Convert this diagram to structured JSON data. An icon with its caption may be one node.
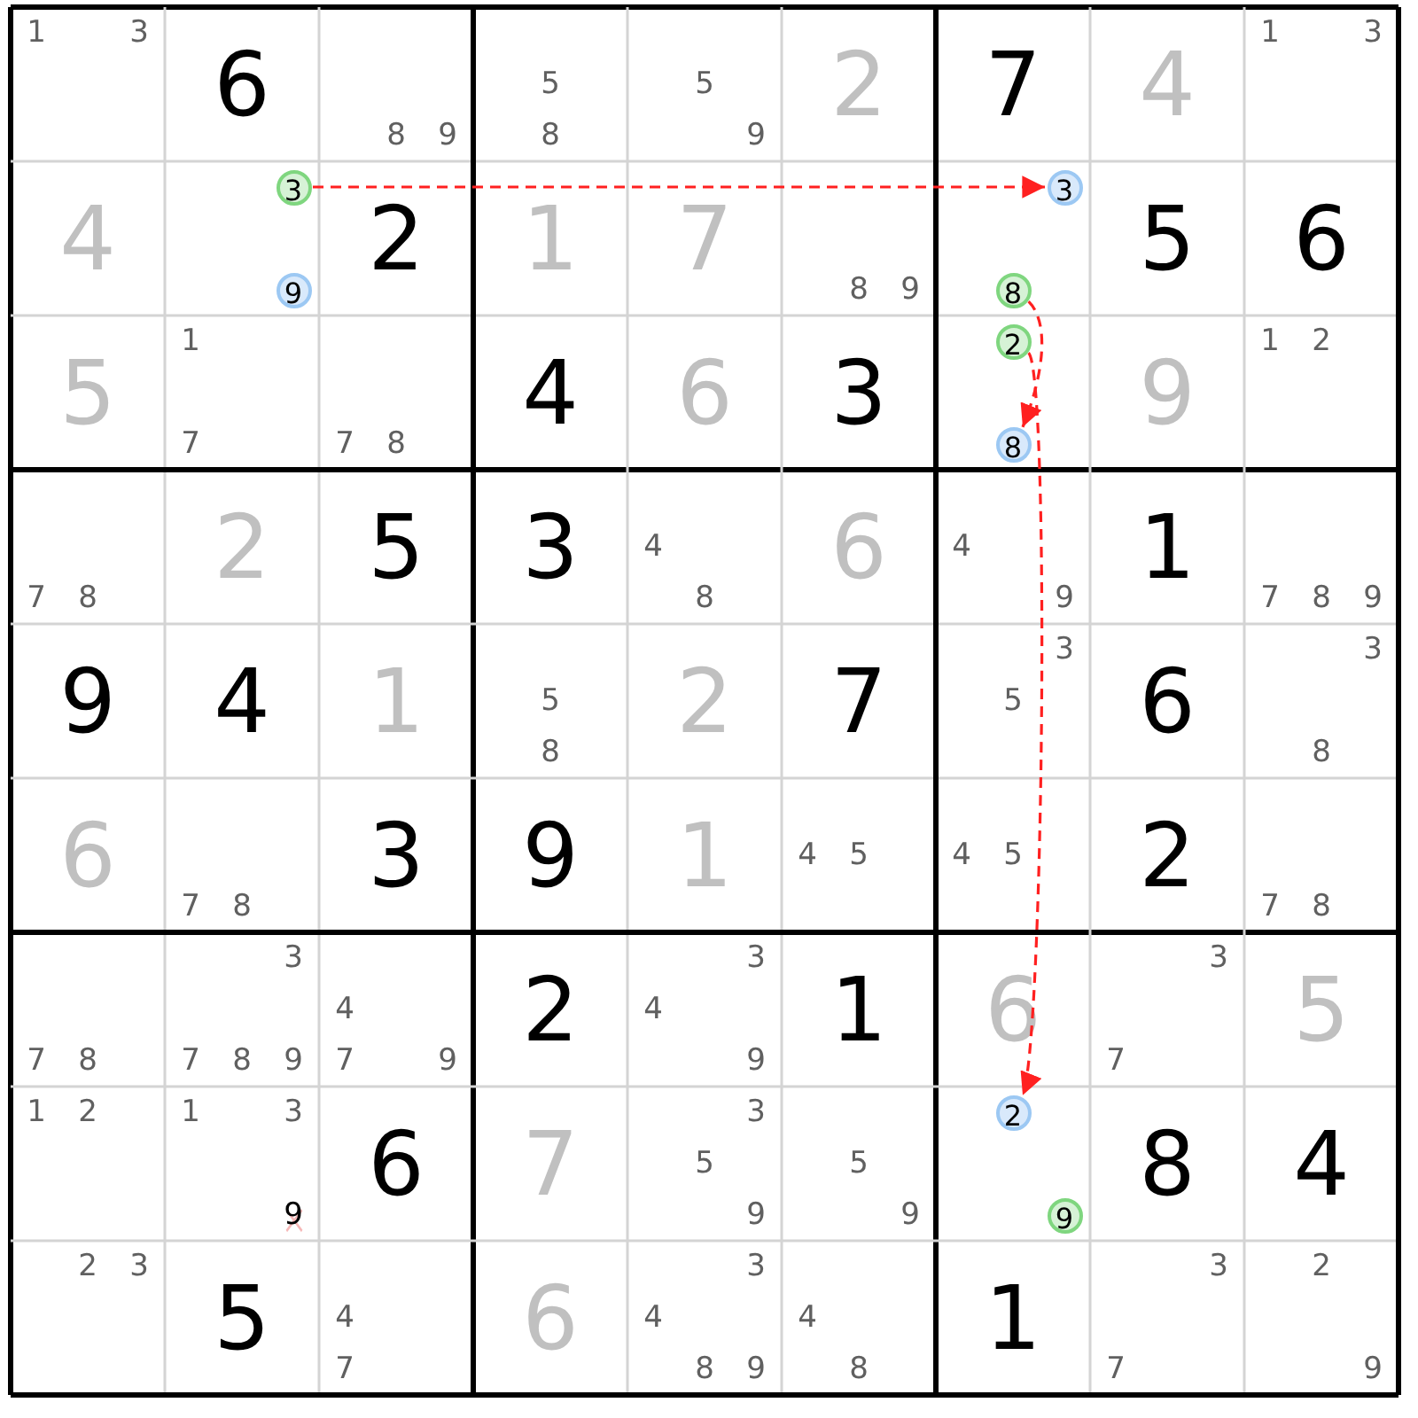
{
  "diagram": {
    "nodes": [
      {
        "text": [
          "3"
        ]
      },
      {
        "text": [
          "9"
        ]
      },
      {
        "text": [
          "3"
        ]
      },
      {
        "text": [
          "8"
        ]
      },
      {
        "text": [
          "2"
        ]
      },
      {
        "text": [
          "8"
        ]
      },
      {
        "text": [
          "2"
        ]
      },
      {
        "text": [
          "9"
        ]
      }
    ],
    "edges": [
      {
        "from": 0,
        "to": 2,
        "arrow": "to",
        "style": "dashed"
      },
      {
        "from": 3,
        "to": 5,
        "arrow": "to",
        "style": "dashed"
      },
      {
        "from": 4,
        "to": 6,
        "arrow": "to",
        "style": "dashed"
      }
    ],
    "labels": [
      "1",
      "3",
      "6",
      "8",
      "9",
      "5",
      "8",
      "5",
      "9",
      "2",
      "7",
      "4",
      "1",
      "3",
      "4",
      "2",
      "1",
      "7",
      "8",
      "9",
      "5",
      "6",
      "5",
      "1",
      "7",
      "7",
      "8",
      "4",
      "6",
      "3",
      "9",
      "1",
      "2",
      "7",
      "8",
      "2",
      "5",
      "3",
      "4",
      "8",
      "6",
      "4",
      "9",
      "1",
      "7",
      "8",
      "9",
      "9",
      "4",
      "1",
      "5",
      "8",
      "2",
      "7",
      "3",
      "5",
      "6",
      "3",
      "8",
      "6",
      "7",
      "8",
      "3",
      "9",
      "1",
      "4",
      "5",
      "4",
      "5",
      "2",
      "7",
      "8",
      "7",
      "8",
      "3",
      "7",
      "8",
      "9",
      "4",
      "7",
      "9",
      "2",
      "3",
      "4",
      "9",
      "1",
      "6",
      "3",
      "7",
      "5",
      "1",
      "2",
      "1",
      "3",
      "9",
      "6",
      "7",
      "3",
      "5",
      "9",
      "5",
      "9",
      "8",
      "4",
      "2",
      "3",
      "5",
      "4",
      "7",
      "6",
      "3",
      "4",
      "8",
      "9",
      "4",
      "8",
      "1",
      "3",
      "7",
      "2",
      "9"
    ]
  }
}
